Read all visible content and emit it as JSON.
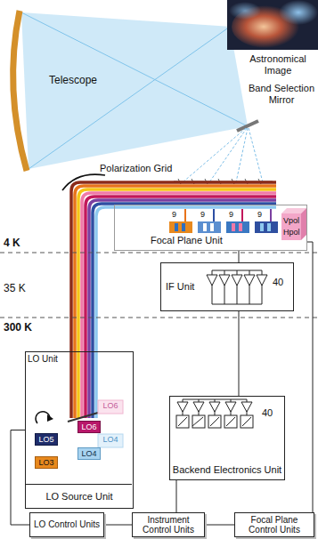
{
  "diagram": {
    "nodes": [
      {
        "text": [
          "Focal Plane Unit"
        ]
      },
      {
        "text": [
          "IF Unit"
        ]
      },
      {
        "text": [
          "LO Source Unit"
        ]
      },
      {
        "text": [
          "LO Unit"
        ],
        "in": 2
      },
      {
        "text": [
          "LO6"
        ],
        "in": 3
      },
      {
        "text": [
          "LO5"
        ],
        "in": 3
      },
      {
        "text": [
          "LO4"
        ],
        "in": 3
      },
      {
        "text": [
          "LO3"
        ],
        "in": 3
      },
      {
        "text": [
          "Backend Electronics Unit"
        ]
      },
      {
        "text": [
          "LO Control Units"
        ]
      },
      {
        "text": [
          "Instrument Control Units"
        ]
      },
      {
        "text": [
          "Focal Plane Control Units"
        ]
      }
    ],
    "edges": [
      {
        "from": 0,
        "to": 1,
        "arrow": "none"
      },
      {
        "from": 1,
        "to": 8,
        "arrow": "none"
      },
      {
        "from": 8,
        "to": 10,
        "arrow": "none"
      },
      {
        "from": 9,
        "to": 10,
        "arrow": "none"
      },
      {
        "from": 10,
        "to": 11,
        "arrow": "none"
      },
      {
        "from": 11,
        "to": 0,
        "arrow": "none"
      },
      {
        "from": 9,
        "to": 2,
        "arrow": "none"
      }
    ],
    "labels": [
      "Telescope",
      "Astronomical Image",
      "Band Selection Mirror",
      "Polarization Grid",
      "9",
      "9",
      "9",
      "9",
      "Vpol",
      "Hpol",
      "4 K",
      "35 K",
      "300 K",
      "40",
      "LO6",
      "LO4",
      "40"
    ]
  }
}
